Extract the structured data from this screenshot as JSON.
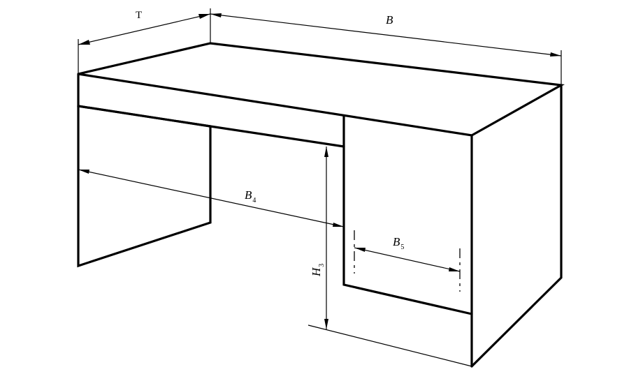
{
  "dimensions": {
    "depth": {
      "letter": "T",
      "subscript": ""
    },
    "width": {
      "letter": "B",
      "subscript": ""
    },
    "knee_width": {
      "letter": "B",
      "subscript": "4"
    },
    "pedestal_width": {
      "letter": "B",
      "subscript": "5"
    },
    "knee_height": {
      "letter": "H",
      "subscript": "3"
    }
  },
  "colors": {
    "line": "#000000",
    "background": "#ffffff"
  }
}
